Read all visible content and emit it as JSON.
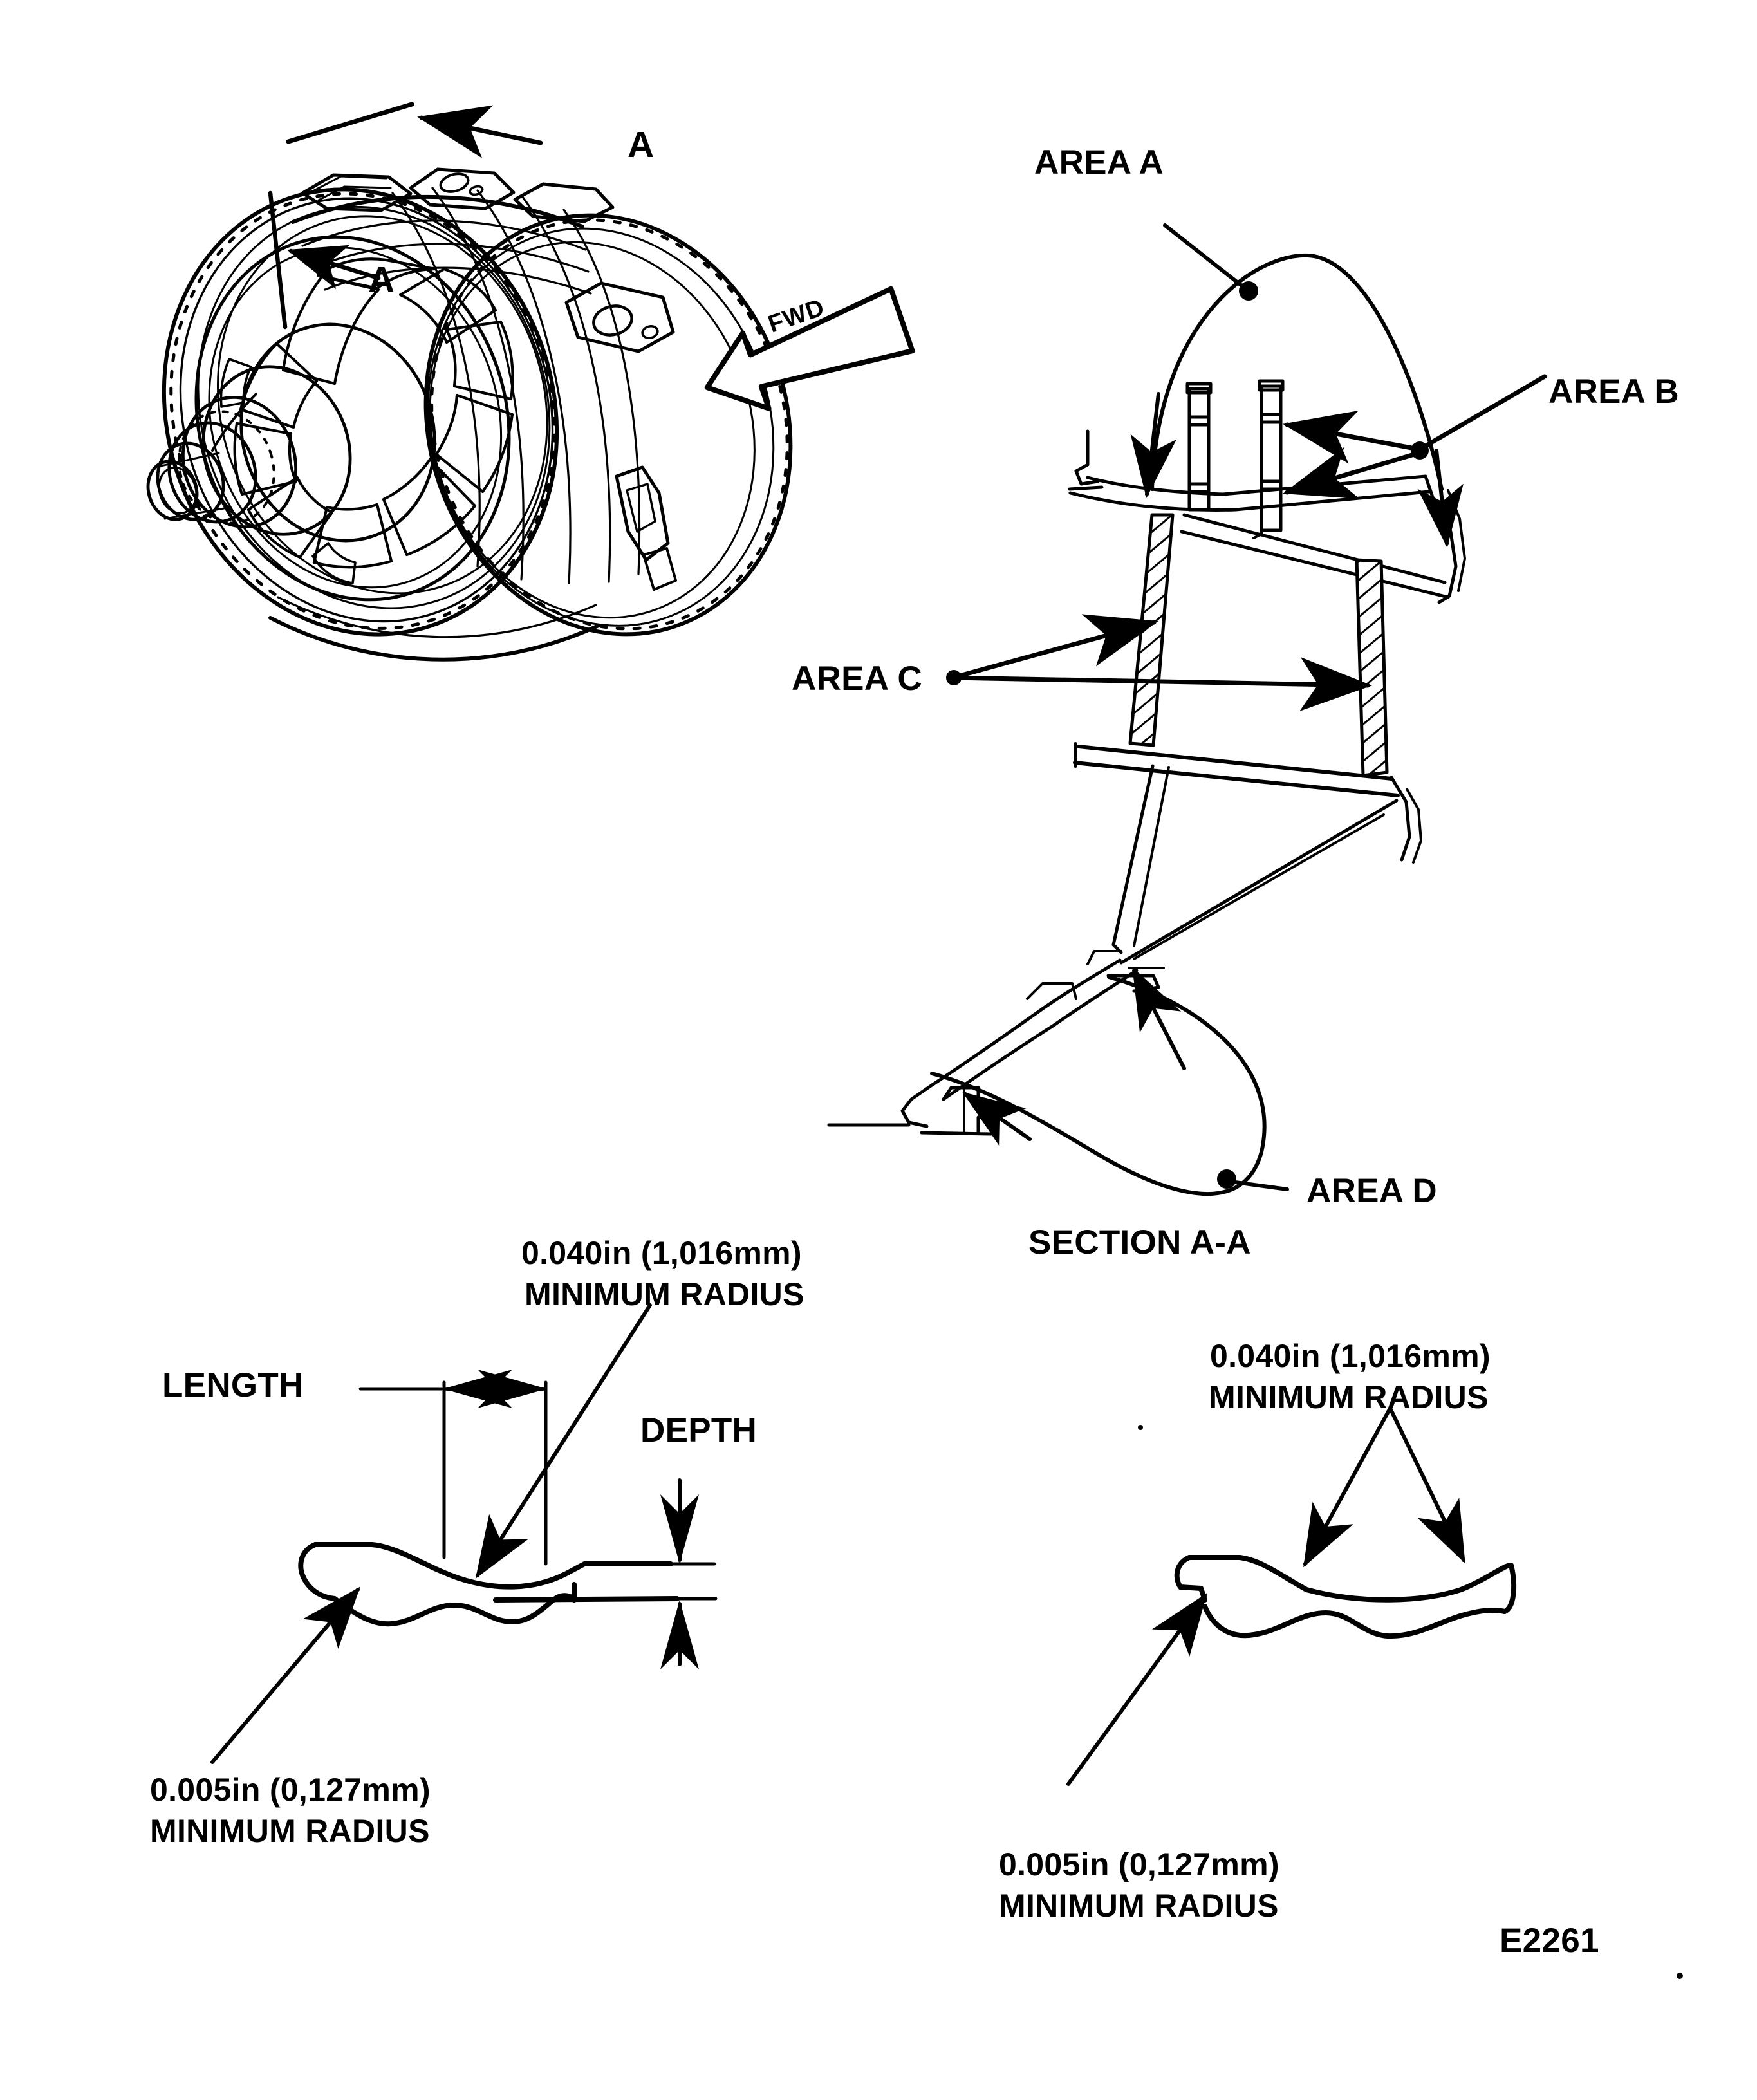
{
  "figure": {
    "number": "E2261",
    "section_caption": "SECTION A-A",
    "direction_marker": "FWD",
    "section_letter_top": "A",
    "section_letter_inner": "A"
  },
  "callouts": {
    "area_a": "AREA A",
    "area_b": "AREA B",
    "area_c": "AREA C",
    "area_d": "AREA D"
  },
  "detail_left": {
    "length_label": "LENGTH",
    "depth_label": "DEPTH",
    "radius_top_line1": "0.040in (1,016mm)",
    "radius_top_line2": "MINIMUM RADIUS",
    "radius_bottom_line1": "0.005in (0,127mm)",
    "radius_bottom_line2": "MINIMUM RADIUS"
  },
  "detail_right": {
    "radius_top_line1": "0.040in (1,016mm)",
    "radius_top_line2": "MINIMUM RADIUS",
    "radius_bottom_line1": "0.005in (0,127mm)",
    "radius_bottom_line2": "MINIMUM RADIUS"
  },
  "style": {
    "line_color": "#000000",
    "background": "#ffffff"
  }
}
